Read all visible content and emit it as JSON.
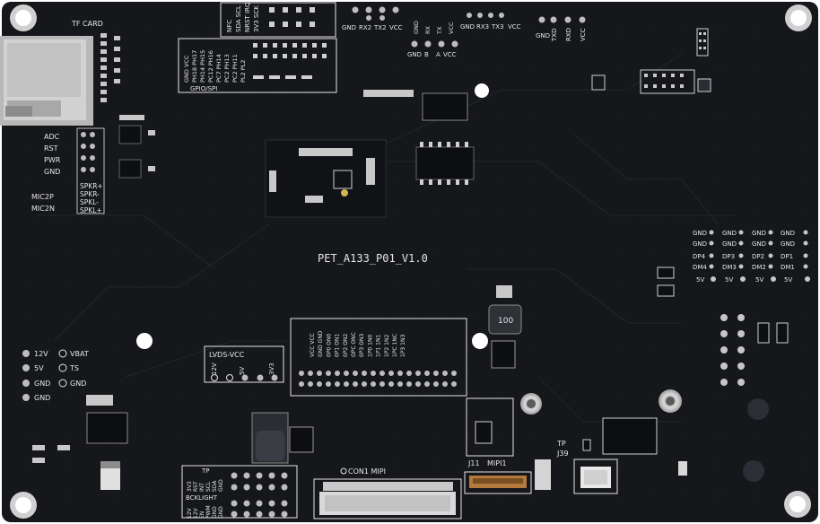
{
  "board": {
    "name": "PET_A133_P01_V1.0",
    "colors": {
      "pcb": "#15171b",
      "trace": "#22252b",
      "silk": "#e6e6e6",
      "metal": "#c9c9c9",
      "copper": "#b47a3c"
    }
  },
  "labels": {
    "tf_card": "TF CARD",
    "nfc_group": [
      "NFC",
      "SDA SCL",
      "NRST IRQ",
      "3V3 SCK"
    ],
    "gpio_spi": "GPIO/SPI",
    "gpio_rows": [
      "GND VCC",
      "PH18 PH17",
      "PH14 PH15",
      "PC12 PH16",
      "PC7 PH14",
      "PC2 PH13",
      "PC2 PH11",
      "PL2 PL2"
    ],
    "uart1": [
      "GND",
      "RX2",
      "TX2",
      "VCC"
    ],
    "uart2": [
      "GND",
      "RX",
      "TX",
      "VCC"
    ],
    "uart3": [
      "GND",
      "RX3",
      "TX3",
      "VCC"
    ],
    "uart4": [
      "GND",
      "TXD",
      "RXD",
      "VCC"
    ],
    "can": [
      "GND",
      "B",
      "A",
      "VCC"
    ],
    "left_pins": [
      "ADC",
      "RST",
      "PWR",
      "GND"
    ],
    "speaker": [
      "SPKR+",
      "SPKR-",
      "SPKL-",
      "SPKL+"
    ],
    "mic": [
      "MIC2P",
      "MIC2N"
    ],
    "usb_cols": [
      [
        "GND",
        "GND",
        "DP4",
        "DM4",
        "5V"
      ],
      [
        "GND",
        "GND",
        "DP3",
        "DM3",
        "5V"
      ],
      [
        "GND",
        "GND",
        "DP2",
        "DM2",
        "5V"
      ],
      [
        "GND",
        "GND",
        "DP1",
        "DM1",
        "5V"
      ]
    ],
    "power": [
      "12V",
      "5V",
      "GND",
      "GND"
    ],
    "power2": [
      "VBAT",
      "TS",
      "GND"
    ],
    "lvds_vcc": "LVDS-VCC",
    "lvds_pins": [
      "12V",
      "5V",
      "3V3"
    ],
    "lvds_signals": [
      "VCC",
      "VCC",
      "GND",
      "GND",
      "0P0",
      "ON0",
      "0P1",
      "ON1",
      "0P2",
      "ON2",
      "OPC",
      "ONC",
      "0P3",
      "ON3",
      "1P0",
      "1N0",
      "1P1",
      "1N1",
      "1P2",
      "1N2",
      "1PC",
      "1NC",
      "1P3",
      "1N3"
    ],
    "tp": "TP",
    "tp_pins": [
      "3V3",
      "RST",
      "INT",
      "SCL",
      "SDA",
      "GND"
    ],
    "bcklight": "BCKLIGHT",
    "bcklight_pins": [
      "12V",
      "12V",
      "EN",
      "PWM",
      "GND",
      "GND"
    ],
    "con1": "CON1 MIPI",
    "j11": "J11",
    "mipi1": "MIPI1",
    "tp_j39": [
      "TP",
      "J39"
    ],
    "inductor": "100"
  }
}
